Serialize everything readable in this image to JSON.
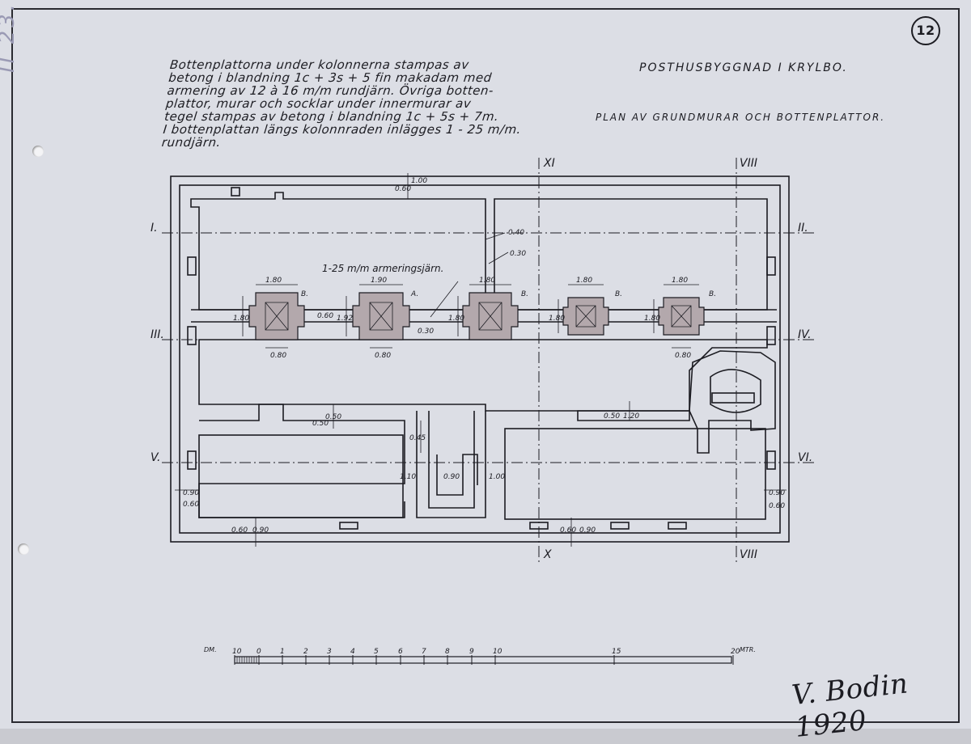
{
  "sheet": {
    "number": "12",
    "archive_mark": "II 23.0"
  },
  "notes": {
    "lines": [
      "Bottenplattorna under kolonnerna stampas av",
      "betong i blandning 1c + 3s + 5 fin makadam med",
      "armering av 12 à 16 m/m rundjärn. Övriga botten-",
      "plattor, murar och socklar under innermurar av",
      "tegel stampas av betong i blandning 1c + 5s + 7m.",
      "I bottenplattan längs kolonnraden inlägges 1 - 25 m/m.",
      "rundjärn."
    ]
  },
  "titles": {
    "building": "POSTHUSBYGGNAD I KRYLBO.",
    "drawing": "PLAN AV GRUNDMURAR OCH BOTTENPLATTOR."
  },
  "section_marks": {
    "top_left": "XI",
    "top_right": "VIII",
    "bottom_left": "X",
    "bottom_right": "VIII",
    "row1_left": "I.",
    "row1_right": "II.",
    "row2_left": "III.",
    "row2_right": "IV.",
    "row3_left": "V.",
    "row3_right": "VI."
  },
  "annotations": {
    "rebar": "1-25 m/m armeringsjärn.",
    "footing_type_b": "B.",
    "footing_type_a": "A.",
    "footing_width_1": "1.80",
    "footing_width_2": "1.90",
    "footing_width_3": "1.80",
    "footing_width_4": "1.80",
    "footing_width_5": "1.80",
    "footing_depth_1": "1.80",
    "footing_depth_2": "1.92",
    "footing_depth_3": "1.80",
    "footing_depth_4": "1.80",
    "footing_depth_5": "1.80",
    "beam_width": "0.60",
    "beam_thickness": "0.30",
    "sub_width_1": "0.80",
    "sub_width_2": "0.80",
    "sub_width_5": "0.80",
    "wall_top_a": "0.60",
    "wall_top_b": "1.00",
    "wall_inner_a": "0.40",
    "wall_inner_b": "0.30",
    "wall_mid_a": "0.50",
    "wall_mid_b": "1.20",
    "pier_a": "0.50",
    "pier_b": "0.50",
    "stair_a": "1.10",
    "stair_b": "0.90",
    "stair_c": "1.00",
    "stair_d": "0.45",
    "left_a": "0.90",
    "left_b": "0.60",
    "right_a": "0.90",
    "right_b": "0.60",
    "bottom_a": "0.60",
    "bottom_b": "0.90",
    "bottom_c": "0.60",
    "bottom_d": "0.90"
  },
  "scale_bar": {
    "unit_left": "DM.",
    "unit_right": "MTR.",
    "labels": [
      "10",
      "0",
      "1",
      "2",
      "3",
      "4",
      "5",
      "6",
      "7",
      "8",
      "9",
      "10",
      "15",
      "20"
    ]
  },
  "signature": "V. Bodin 1920"
}
